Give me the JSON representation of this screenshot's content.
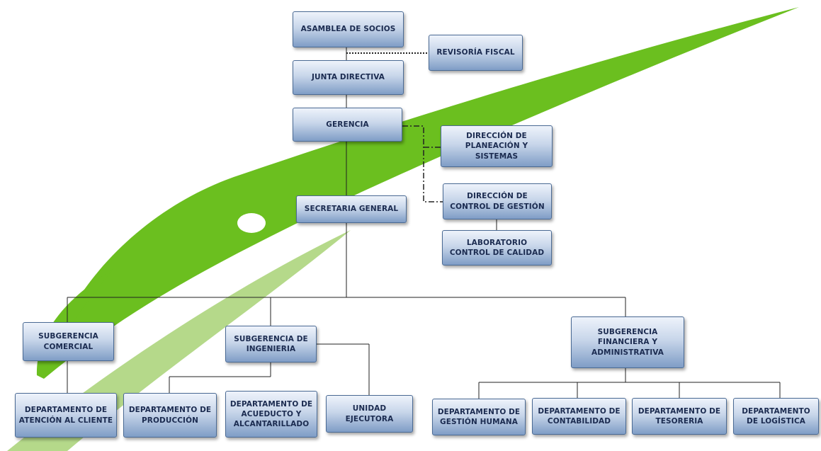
{
  "chart": {
    "nodes": {
      "asamblea": "ASAMBLEA DE SOCIOS",
      "revisoria": "REVISORÍA FISCAL",
      "junta": "JUNTA DIRECTIVA",
      "gerencia": "GERENCIA",
      "planeacion": "DIRECCIÓN DE PLANEACIÓN Y SISTEMAS",
      "control_gestion": "DIRECCIÓN DE CONTROL DE GESTIÓN",
      "laboratorio": "LABORATORIO CONTROL DE CALIDAD",
      "secretaria": "SECRETARIA GENERAL",
      "sub_comercial": "SUBGERENCIA COMERCIAL",
      "sub_ingenieria": "SUBGERENCIA DE INGENIERIA",
      "sub_financiera": "SUBGERENCIA FINANCIERA Y ADMINISTRATIVA",
      "dep_atencion": "DEPARTAMENTO DE ATENCIÓN AL CLIENTE",
      "dep_produccion": "DEPARTAMENTO DE PRODUCCIÓN",
      "dep_acueducto": "DEPARTAMENTO DE ACUEDUCTO Y ALCANTARILLADO",
      "unidad_ejecutora": "UNIDAD EJECUTORA",
      "dep_humana": "DEPARTAMENTO DE GESTIÓN HUMANA",
      "dep_contabilidad": "DEPARTAMENTO DE CONTABILIDAD",
      "dep_tesoreria": "DEPARTAMENTO DE TESORERIA",
      "dep_logistica": "DEPARTAMENTO DE LOGÍSTICA"
    },
    "colors": {
      "swoosh_dark": "#6bbf1f",
      "swoosh_light": "#b5d98a",
      "connector": "#222222"
    }
  }
}
